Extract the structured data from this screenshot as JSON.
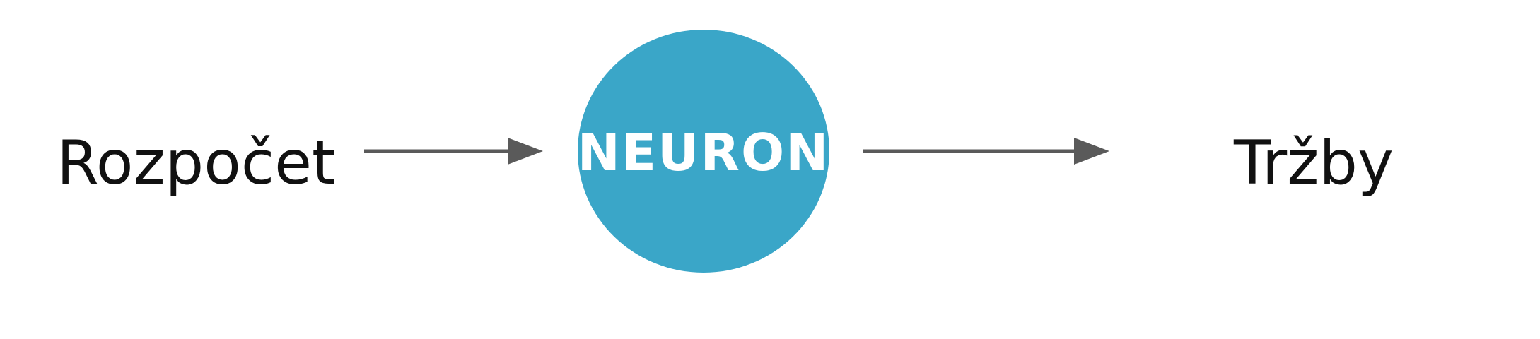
{
  "diagram": {
    "input_label": "Rozpočet",
    "neuron_label": "NEURON",
    "output_label": "Tržby"
  },
  "colors": {
    "neuron_fill": "#3aa6c8",
    "arrow": "#5a5a5a",
    "text": "#111111",
    "neuron_text": "#ffffff"
  }
}
